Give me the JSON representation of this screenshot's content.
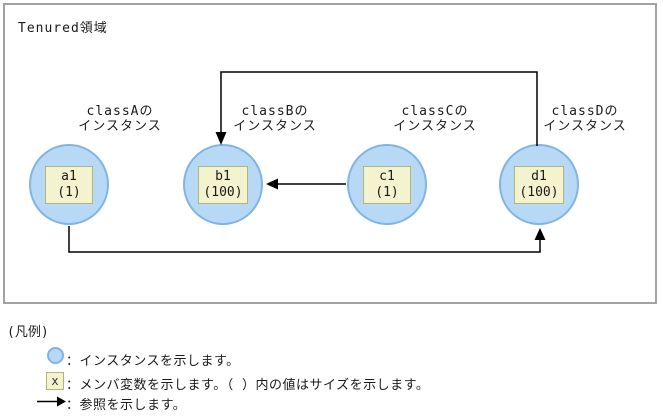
{
  "diagram": {
    "region_label": "Tenured領域",
    "instances": [
      {
        "class_label_line1": "classAの",
        "class_label_line2": "インスタンス",
        "var_name": "a1",
        "size": "(1)"
      },
      {
        "class_label_line1": "classBの",
        "class_label_line2": "インスタンス",
        "var_name": "b1",
        "size": "(100)"
      },
      {
        "class_label_line1": "classCの",
        "class_label_line2": "インスタンス",
        "var_name": "c1",
        "size": "(1)"
      },
      {
        "class_label_line1": "classDの",
        "class_label_line2": "インスタンス",
        "var_name": "d1",
        "size": "(100)"
      }
    ],
    "references": [
      {
        "from": "d1",
        "to": "b1",
        "style": "elbow-top"
      },
      {
        "from": "c1",
        "to": "b1",
        "style": "straight"
      },
      {
        "from": "a1",
        "to": "d1",
        "style": "elbow-bottom"
      }
    ]
  },
  "legend": {
    "title": "(凡例)",
    "items": [
      {
        "icon": "instance-circle-icon",
        "text": "：インスタンスを示します。"
      },
      {
        "icon": "member-variable-box-icon",
        "symbol": "x",
        "text": "：メンバ変数を示します。（ ）内の値はサイズを示します。"
      },
      {
        "icon": "reference-arrow-icon",
        "text": "：参照を示します。"
      }
    ]
  },
  "colors": {
    "instance_fill": "#b8d9f6",
    "instance_border": "#80b4e4",
    "member_box_fill": "#f3f3cf",
    "member_box_border": "#b5b573",
    "frame_border": "#a2a2a2",
    "arrow": "#000000"
  }
}
